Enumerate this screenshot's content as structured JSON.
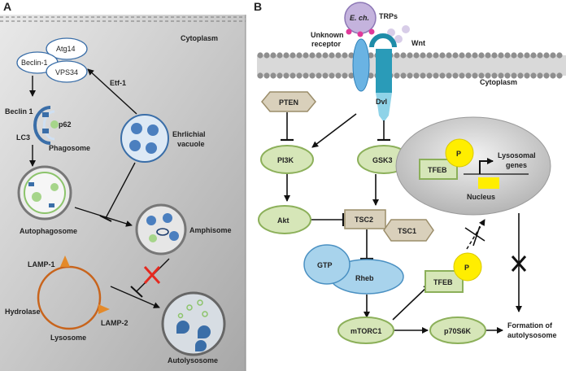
{
  "panel_a": {
    "letter": "A",
    "region": "Cytoplasm",
    "complex": [
      "Atg14",
      "Beclin-1",
      "VPS34"
    ],
    "beclin1": "Beclin 1",
    "p62": "p62",
    "lc3": "LC3",
    "phagosome": "Phagosome",
    "autophagosome": "Autophagosome",
    "etf1": "Etf-1",
    "vacuole_line1": "Ehrlichial",
    "vacuole_line2": "vacuole",
    "amphisome": "Amphisome",
    "lamp1": "LAMP-1",
    "lamp2": "LAMP-2",
    "hydrolase": "Hydrolase",
    "lysosome": "Lysosome",
    "autolysosome": "Autolysosome"
  },
  "panel_b": {
    "letter": "B",
    "bacterium": "E. ch.",
    "trps": "TRPs",
    "wnt": "Wnt",
    "receptor_line1": "Unknown",
    "receptor_line2": "receptor",
    "cytoplasm": "Cytoplasm",
    "dvl": "Dvl",
    "pten": "PTEN",
    "pi3k": "PI3K",
    "gsk3": "GSK3",
    "akt": "Akt",
    "tsc2": "TSC2",
    "tsc1": "TSC1",
    "gtp": "GTP",
    "rheb": "Rheb",
    "mtorc1": "mTORC1",
    "p70s6k": "p70S6K",
    "formation_line1": "Formation of",
    "formation_line2": "autolysosome",
    "tfeb": "TFEB",
    "p": "P",
    "lysosomal_line1": "Lysosomal",
    "lysosomal_line2": "genes",
    "nucleus": "Nucleus"
  }
}
